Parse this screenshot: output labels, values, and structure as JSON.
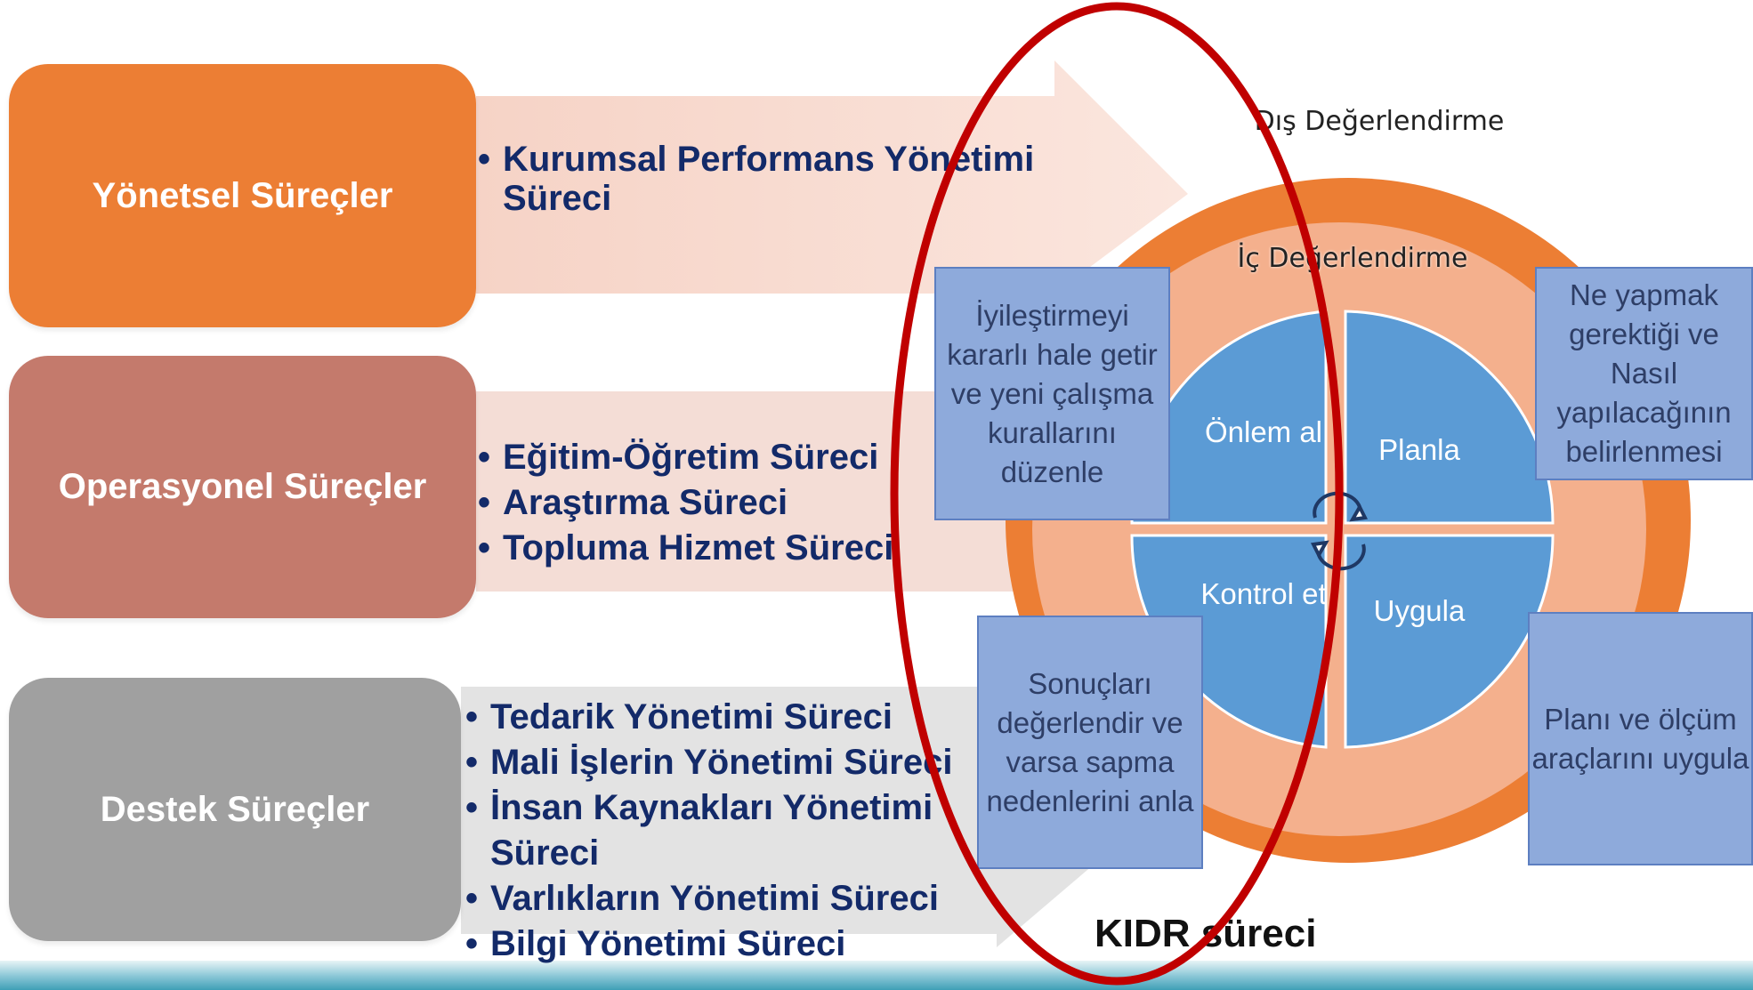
{
  "categories": [
    {
      "label": "Yönetsel Süreçler",
      "color": "#ec7e34"
    },
    {
      "label": "Operasyonel Süreçler",
      "color": "#c47a6c"
    },
    {
      "label": "Destek Süreçler",
      "color": "#a0a0a0"
    }
  ],
  "processes": {
    "yonetsel": [
      "Kurumsal Performans Yönetimi Süreci"
    ],
    "operasyonel": [
      "Eğitim-Öğretim Süreci",
      "Araştırma Süreci",
      "Topluma Hizmet Süreci"
    ],
    "destek": [
      "Tedarik Yönetimi Süreci",
      "Mali İşlerin Yönetimi Süreci",
      "İnsan Kaynakları Yönetimi Süreci",
      "Varlıkların Yönetimi Süreci",
      "Bilgi Yönetimi Süreci"
    ]
  },
  "cycle": {
    "outer_label": "Dış Değerlendirme",
    "inner_label": "İç Değerlendirme",
    "quadrants": {
      "planla": "Planla",
      "uygula": "Uygula",
      "kontrol_et": "Kontrol et",
      "onlem_al": "Önlem al"
    },
    "descriptions": {
      "onlem_al": "İyileştirmeyi kararlı hale getir ve yeni çalışma kurallarını düzenle",
      "planla": "Ne yapmak gerektiği ve Nasıl yapılacağının belirlenmesi",
      "kontrol_et": "Sonuçları değerlendir ve varsa sapma nedenlerini anla",
      "uygula": "Planı ve ölçüm araçlarını uygula"
    }
  },
  "highlight_label": "KIDR süreci",
  "colors": {
    "outer_ring": "#ec7e34",
    "inner_ring": "#f4b08d",
    "quadrant": "#5b9bd5",
    "description_box": "#8eaadb",
    "text_navy": "#132a69",
    "highlight_oval": "#c00000"
  }
}
